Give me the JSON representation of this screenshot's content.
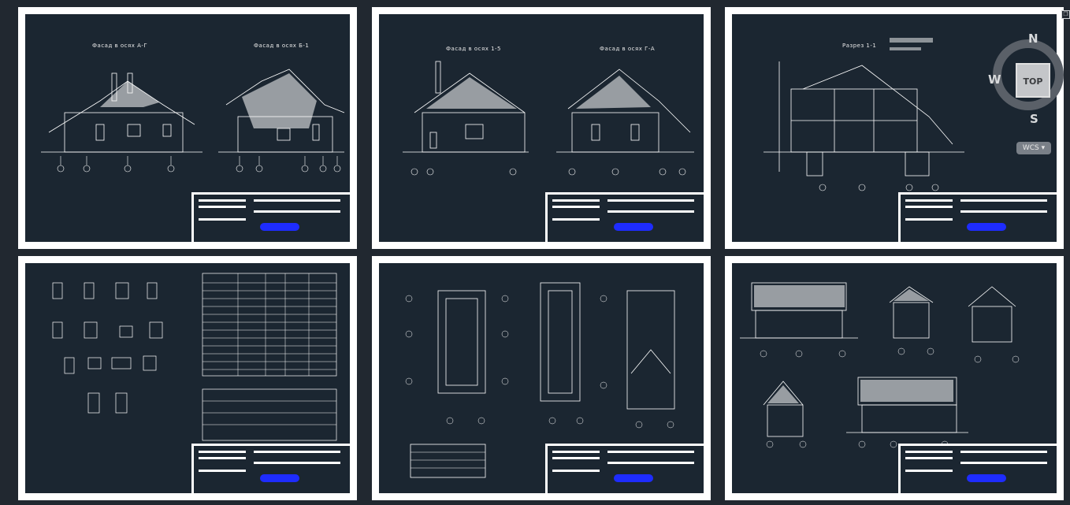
{
  "sheets": [
    {
      "id": "s1",
      "titles": [
        "Фасад в осях А-Г",
        "Фасад в осях Б-1"
      ]
    },
    {
      "id": "s2",
      "titles": [
        "Фасад в осях 1-5",
        "Фасад в осях Г-А"
      ]
    },
    {
      "id": "s3",
      "titles": [
        "Разрез 1-1"
      ]
    },
    {
      "id": "s4",
      "titles": []
    },
    {
      "id": "s5",
      "titles": []
    },
    {
      "id": "s6",
      "titles": []
    }
  ],
  "viewcube": {
    "north": "N",
    "south": "S",
    "west": "W",
    "face": "TOP",
    "wcs_label": "WCS"
  },
  "colors": {
    "background": "#212830",
    "sheet_paper": "#1b2631",
    "sheet_border": "#ffffff",
    "accent_blue": "#1e2cff",
    "line": "#ffffff"
  },
  "icons": {
    "viewcube": "viewcube-icon",
    "restore": "restore-window-icon",
    "wcs": "wcs-dropdown-icon"
  }
}
